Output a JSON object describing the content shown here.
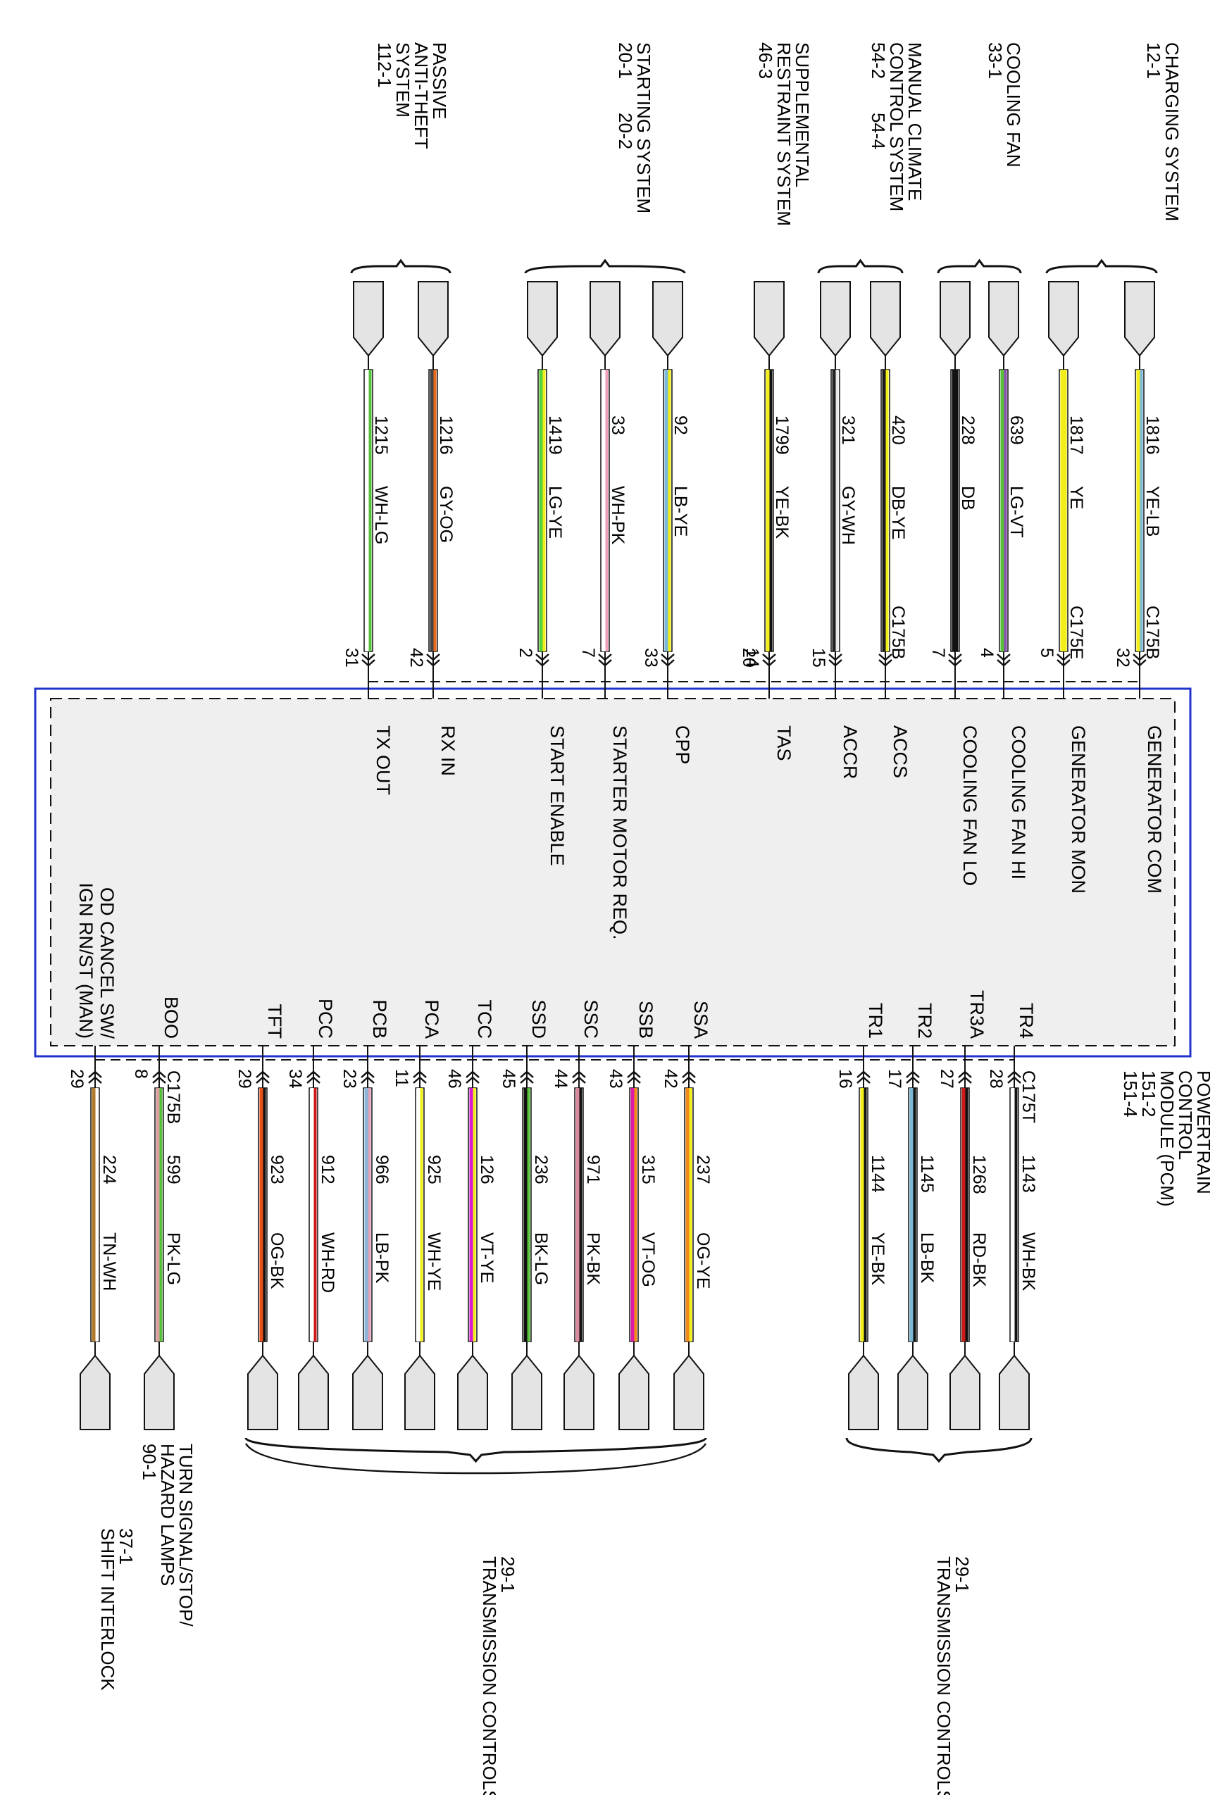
{
  "module": {
    "name_lines": [
      "POWERTRAIN",
      "CONTROL",
      "MODULE (PCM)"
    ],
    "refs": [
      "151-2",
      "151-4"
    ]
  },
  "systems_top": [
    {
      "id": "charging",
      "lines": [
        "CHARGING SYSTEM"
      ],
      "refs": [
        "12-1"
      ]
    },
    {
      "id": "cooling-fan",
      "lines": [
        "COOLING FAN"
      ],
      "refs": [
        "33-1"
      ]
    },
    {
      "id": "climate",
      "lines": [
        "MANUAL CLIMATE",
        "CONTROL SYSTEM"
      ],
      "refs": [
        "54-2",
        "54-4"
      ]
    },
    {
      "id": "srs",
      "lines": [
        "SUPPLEMENTAL",
        "RESTRAINT SYSTEM"
      ],
      "refs": [
        "46-3"
      ]
    },
    {
      "id": "starting",
      "lines": [
        "STARTING SYSTEM"
      ],
      "refs": [
        "20-1",
        "20-2"
      ]
    },
    {
      "id": "pats",
      "lines": [
        "PASSIVE",
        "ANTI-THEFT",
        "SYSTEM"
      ],
      "refs": [
        "112-1"
      ]
    }
  ],
  "systems_bottom": [
    {
      "id": "trans-controls-1",
      "lines": [
        "TRANSMISSION CONTROLS"
      ],
      "refs": [
        "29-1"
      ]
    },
    {
      "id": "trans-controls-2",
      "lines": [
        "TRANSMISSION CONTROLS"
      ],
      "refs": [
        "29-1"
      ]
    },
    {
      "id": "turn-signal",
      "lines": [
        "TURN SIGNAL/STOP/",
        "HAZARD LAMPS"
      ],
      "refs": [
        "90-1"
      ]
    },
    {
      "id": "shift-interlock",
      "lines": [
        "SHIFT INTERLOCK"
      ],
      "refs": [
        "37-1"
      ]
    }
  ],
  "connectors": {
    "c175b": "C175B",
    "c175e": "C175E",
    "c175t": "C175T"
  },
  "wires_top": [
    {
      "circuit": "1816",
      "color": "YE-LB",
      "pin": "32",
      "signal": "GENERATOR COM",
      "connector": "C175B",
      "c1": "#f2ee1a",
      "c2": "#7ab8d8"
    },
    {
      "circuit": "1817",
      "color": "YE",
      "pin": "5",
      "signal": "GENERATOR MON",
      "connector": "C175E",
      "c1": "#f2ee1a",
      "c2": "#f2ee1a"
    },
    {
      "circuit": "639",
      "color": "LG-VT",
      "pin": "4",
      "signal": "COOLING FAN HI",
      "connector": "",
      "c1": "#56c23a",
      "c2": "#8a4fb0"
    },
    {
      "circuit": "228",
      "color": "DB",
      "pin": "7",
      "signal": "COOLING FAN LO",
      "connector": "",
      "c1": "#111111",
      "c2": "#111111"
    },
    {
      "circuit": "420",
      "color": "DB-YE",
      "pin": "",
      "signal": "ACCS",
      "connector": "C175B",
      "c1": "#1a1a1a",
      "c2": "#f2ee1a"
    },
    {
      "circuit": "321",
      "color": "GY-WH",
      "pin": "15",
      "signal": "ACCR",
      "connector": "",
      "c1": "#222222",
      "c2": "#e8e8e8"
    },
    {
      "circuit": "1799",
      "color": "YE-BK",
      "pin": "14",
      "signal": "TAS",
      "connector": "",
      "c1": "#f2ee1a",
      "c2": "#111111"
    },
    {
      "circuit": "92",
      "color": "LB-YE",
      "pin": "33",
      "signal": "CPP",
      "connector": "",
      "c1": "#7ab8d8",
      "c2": "#f2ee1a"
    },
    {
      "circuit": "33",
      "color": "WH-PK",
      "pin": "7",
      "signal": "STARTER MOTOR REQ.",
      "connector": "",
      "c1": "#ffffff",
      "c2": "#f0a0b8"
    },
    {
      "circuit": "1419",
      "color": "LG-YE",
      "pin": "2",
      "signal": "START ENABLE",
      "connector": "",
      "c1": "#56d23a",
      "c2": "#f2ee1a"
    },
    {
      "circuit": "1216",
      "color": "GY-OG",
      "pin": "42",
      "signal": "RX IN",
      "connector": "",
      "c1": "#444444",
      "c2": "#e86a1a"
    },
    {
      "circuit": "1215",
      "color": "WH-LG",
      "pin": "31",
      "signal": "TX OUT",
      "connector": "",
      "c1": "#ffffff",
      "c2": "#56c23a"
    }
  ],
  "extra_pin_top": "20",
  "wires_bottom": [
    {
      "circuit": "1143",
      "color": "WH-BK",
      "pin": "28",
      "signal": "TR4",
      "connector": "C175T",
      "c1": "#ffffff",
      "c2": "#111111"
    },
    {
      "circuit": "1268",
      "color": "RD-BK",
      "pin": "27",
      "signal": "TR3A",
      "connector": "",
      "c1": "#cc1a1a",
      "c2": "#111111"
    },
    {
      "circuit": "1145",
      "color": "LB-BK",
      "pin": "17",
      "signal": "TR2",
      "connector": "",
      "c1": "#7ab8d8",
      "c2": "#111111"
    },
    {
      "circuit": "1144",
      "color": "YE-BK",
      "pin": "16",
      "signal": "TR1",
      "connector": "",
      "c1": "#f2ee1a",
      "c2": "#111111"
    },
    {
      "circuit": "237",
      "color": "OG-YE",
      "pin": "42",
      "signal": "SSA",
      "connector": "",
      "c1": "#f08a1a",
      "c2": "#f2ee1a"
    },
    {
      "circuit": "315",
      "color": "VT-OG",
      "pin": "43",
      "signal": "SSB",
      "connector": "",
      "c1": "#e01aa8",
      "c2": "#f08a1a"
    },
    {
      "circuit": "971",
      "color": "PK-BK",
      "pin": "44",
      "signal": "SSC",
      "connector": "",
      "c1": "#d98aa0",
      "c2": "#111111"
    },
    {
      "circuit": "236",
      "color": "BK-LG",
      "pin": "45",
      "signal": "SSD",
      "connector": "",
      "c1": "#111111",
      "c2": "#56c23a"
    },
    {
      "circuit": "126",
      "color": "VT-YE",
      "pin": "46",
      "signal": "TCC",
      "connector": "",
      "c1": "#d81ad0",
      "c2": "#f2ee1a"
    },
    {
      "circuit": "925",
      "color": "WH-YE",
      "pin": "11",
      "signal": "PCA",
      "connector": "",
      "c1": "#ffffff",
      "c2": "#f2ee1a"
    },
    {
      "circuit": "966",
      "color": "LB-PK",
      "pin": "23",
      "signal": "PCB",
      "connector": "",
      "c1": "#8ab4d8",
      "c2": "#e0a0b8"
    },
    {
      "circuit": "912",
      "color": "WH-RD",
      "pin": "34",
      "signal": "PCC",
      "connector": "",
      "c1": "#ffffff",
      "c2": "#cc1a1a"
    },
    {
      "circuit": "923",
      "color": "OG-BK",
      "pin": "29",
      "signal": "TFT",
      "connector": "",
      "c1": "#e8501a",
      "c2": "#111111"
    },
    {
      "circuit": "599",
      "color": "PK-LG",
      "pin": "8",
      "signal": "BOO",
      "connector": "C175B",
      "c1": "#d9a0a0",
      "c2": "#56c23a"
    },
    {
      "circuit": "224",
      "color": "TN-WH",
      "pin": "29",
      "signal": "OD CANCEL SW/ IGN RN/ST (MAN)",
      "connector": "",
      "c1": "#b07a2a",
      "c2": "#ffffff"
    }
  ]
}
